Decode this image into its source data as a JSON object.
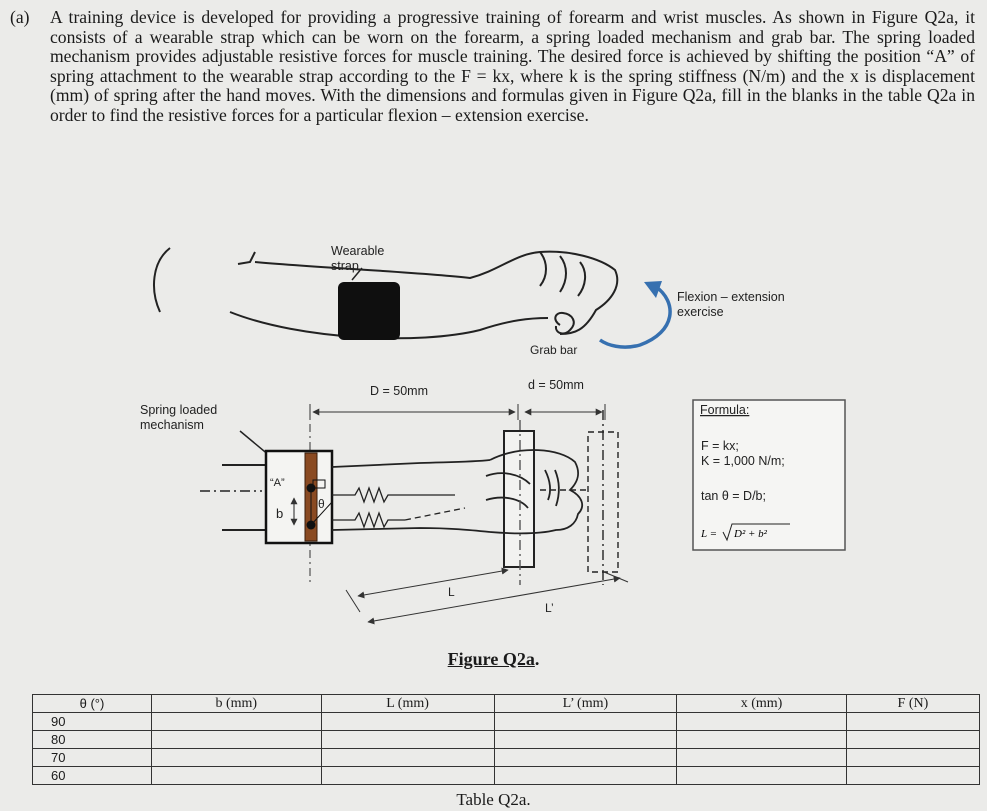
{
  "question": {
    "label": "(a)",
    "text": "A training device is developed for providing a progressive training of forearm and wrist muscles. As shown in Figure Q2a, it consists of a wearable strap which can be worn on the forearm, a spring loaded mechanism and grab bar. The spring loaded mechanism provides adjustable resistive forces for muscle training. The desired force is achieved by shifting the position “A” of spring attachment to the wearable strap according to the F = kx, where k is the spring stiffness (N/m) and the x is displacement (mm) of spring after the hand moves. With the dimensions and formulas given in Figure Q2a, fill in the blanks in the table Q2a in order to find the resistive forces for a particular flexion – extension exercise."
  },
  "figure": {
    "top_labels": {
      "wearable_strap_line1": "Wearable",
      "wearable_strap_line2": "strap",
      "flexion_line1": "Flexion – extension",
      "flexion_line2": "exercise",
      "grab_bar": "Grab bar"
    },
    "diagram_labels": {
      "spring_line1": "Spring loaded",
      "spring_line2": "mechanism",
      "D": "D = 50mm",
      "d": "d = 50mm",
      "A": "“A”",
      "b": "b",
      "theta": "θ",
      "L": "L",
      "L_prime": "L’"
    },
    "formula": {
      "title": "Formula:",
      "lines": [
        "F = kx;",
        "K = 1,000 N/m;",
        "tan θ = D/b;"
      ],
      "L_lhs": "L =",
      "L_rad": "D² + b²"
    },
    "caption": "Figure Q2a",
    "caption_suffix": "."
  },
  "table": {
    "headers": [
      "θ (°)",
      "b (mm)",
      "L (mm)",
      "L’ (mm)",
      "x (mm)",
      "F (N)"
    ],
    "rows": [
      [
        "90",
        "",
        "",
        "",
        "",
        ""
      ],
      [
        "80",
        "",
        "",
        "",
        "",
        ""
      ],
      [
        "70",
        "",
        "",
        "",
        "",
        ""
      ],
      [
        "60",
        "",
        "",
        "",
        "",
        ""
      ]
    ],
    "caption": "Table Q2a."
  }
}
